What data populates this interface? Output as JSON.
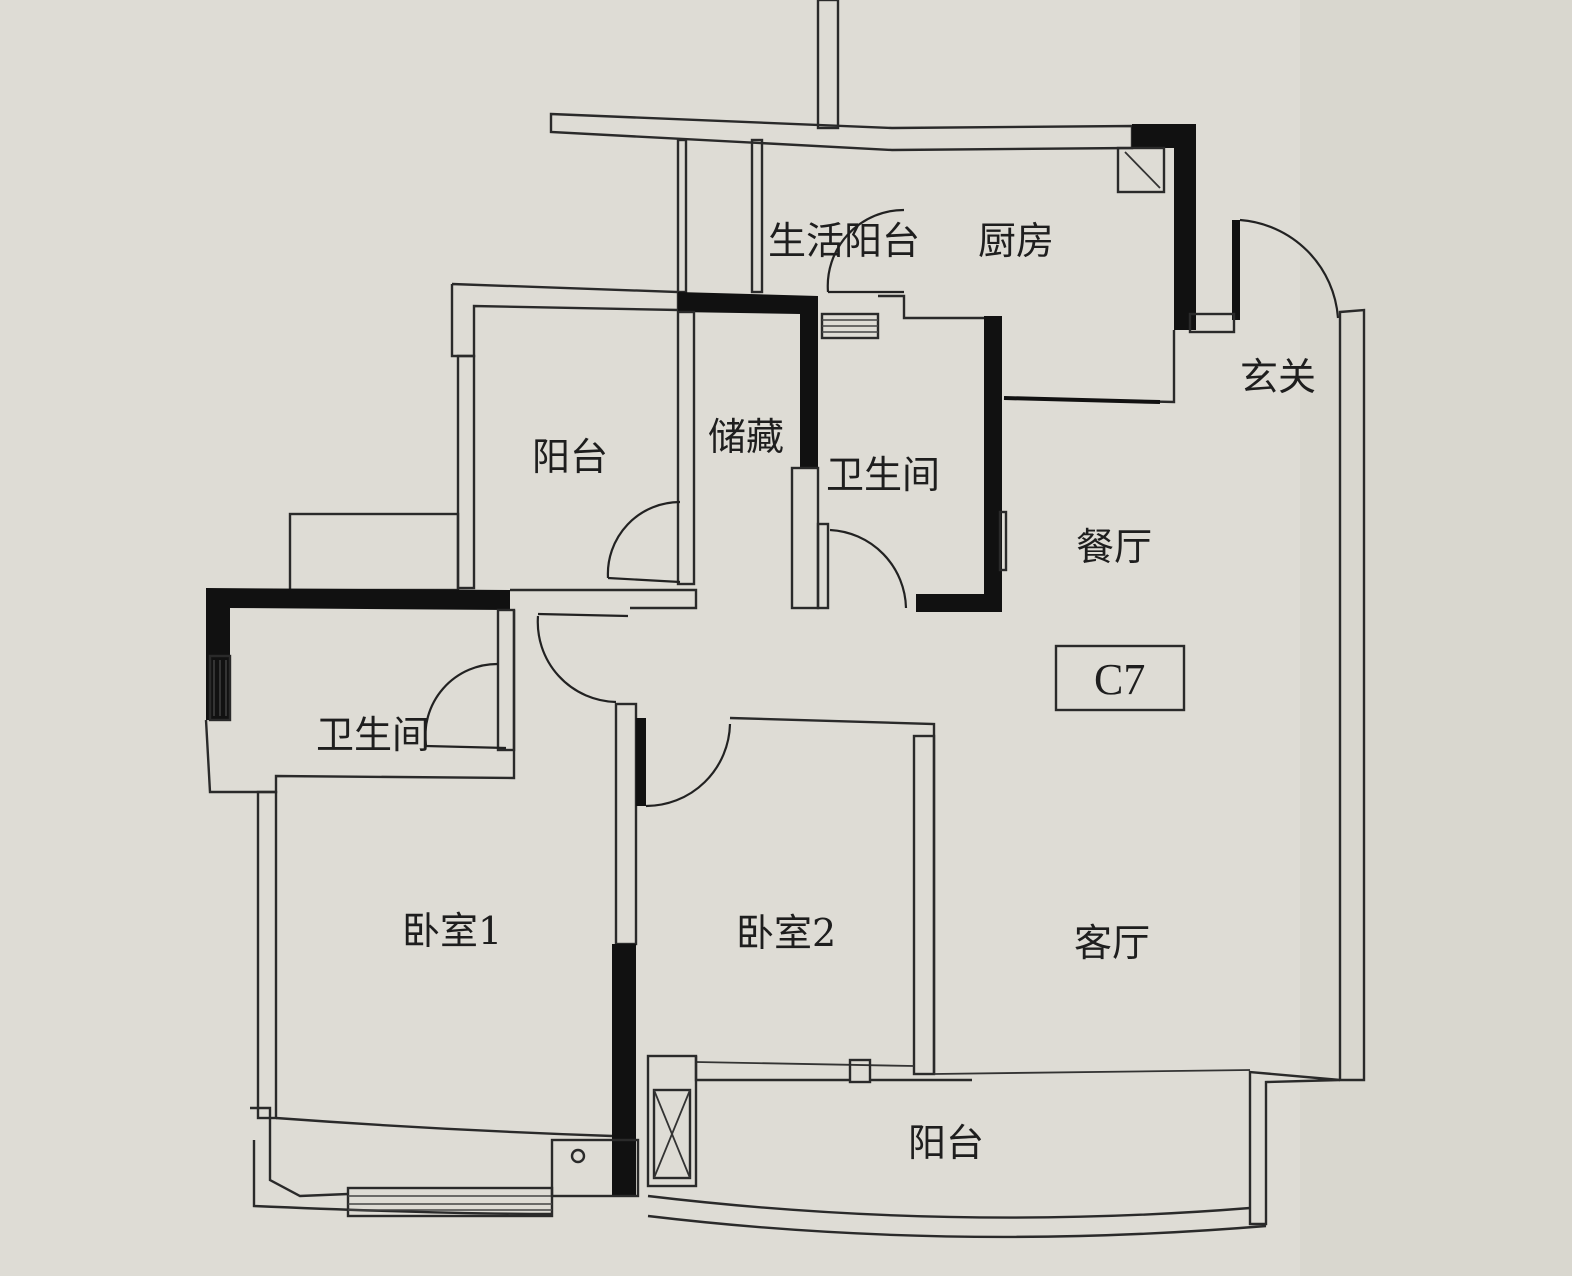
{
  "plan": {
    "unit_code": "C7",
    "rooms": {
      "living_balcony": "生活阳台",
      "kitchen": "厨房",
      "entrance": "玄关",
      "balcony_north": "阳台",
      "storage": "储藏",
      "bathroom_center": "卫生间",
      "dining_room": "餐厅",
      "bathroom_west": "卫生间",
      "bedroom_1": "卧室1",
      "bedroom_2": "卧室2",
      "living_room": "客厅",
      "balcony_south": "阳台"
    }
  }
}
